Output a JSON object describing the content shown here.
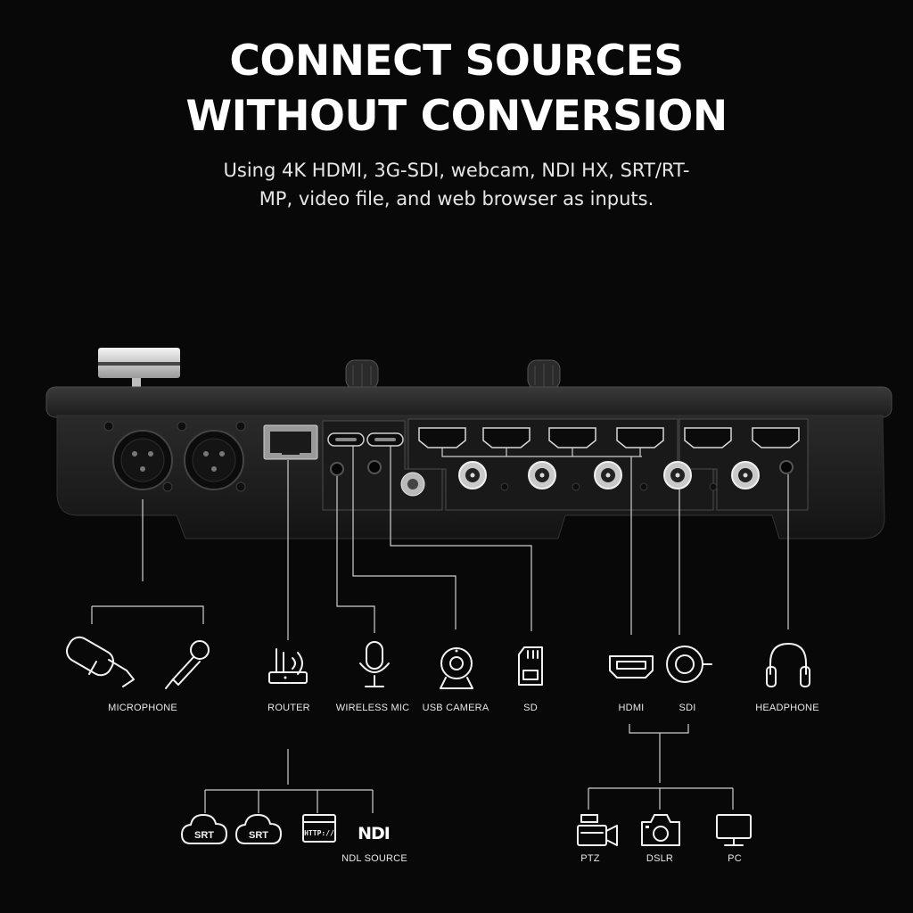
{
  "header": {
    "title_line1": "CONNECT SOURCES",
    "title_line2": "WITHOUT CONVERSION",
    "subtitle_line1": "Using 4K HDMI, 3G-SDI, webcam, NDI HX, SRT/RT-",
    "subtitle_line2": "MP, video file, and web browser as inputs."
  },
  "sources": {
    "microphone": "MICROPHONE",
    "router": "ROUTER",
    "wireless_mic": "WIRELESS MIC",
    "usb_camera": "USB CAMERA",
    "sd": "SD",
    "hdmi": "HDMI",
    "sdi": "SDI",
    "headphone": "HEADPHONE"
  },
  "network_sources": {
    "srt_1": "SRT",
    "srt_2": "SRT",
    "http": "HTTP://",
    "ndi": "NDI",
    "label": "NDL SOURCE"
  },
  "video_devices": {
    "ptz": "PTZ",
    "dslr": "DSLR",
    "pc": "PC"
  },
  "colors": {
    "background": "#080808",
    "device_body": "#1e1e1e",
    "line": "#cfcfcf",
    "text": "#ffffff"
  }
}
